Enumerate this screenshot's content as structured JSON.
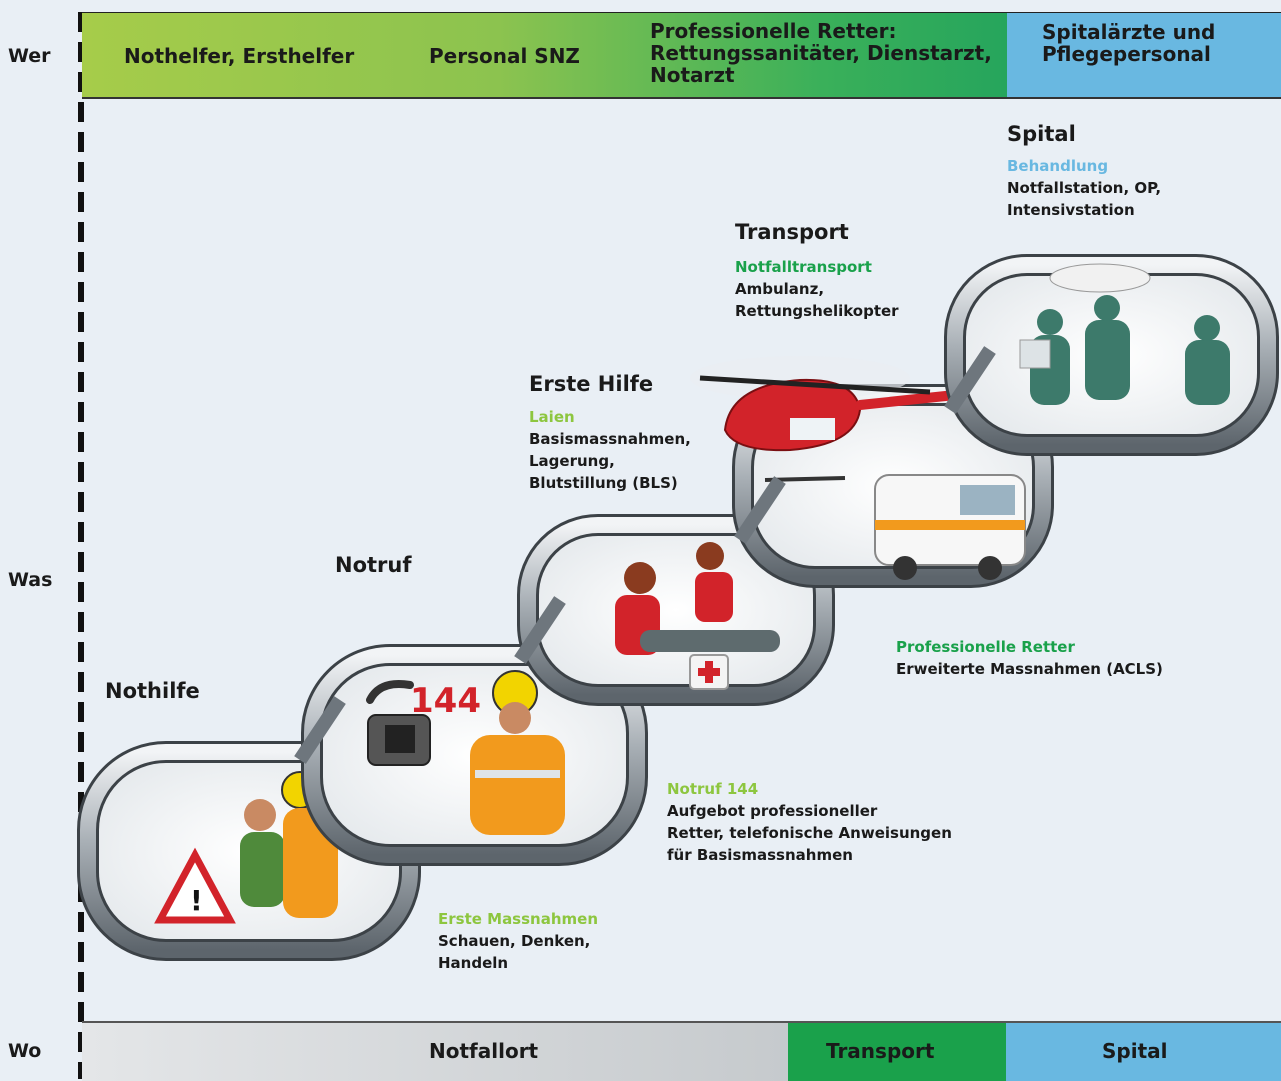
{
  "rows": {
    "wer": "Wer",
    "was": "Was",
    "wo": "Wo"
  },
  "top_band": {
    "ersthelfer": "Nothelfer, Ersthelfer",
    "snz": "Personal SNZ",
    "retter": "Professionelle Retter: Rettungssanitäter, Dienstarzt, Notarzt",
    "spital": "Spitalärzte und Pflegepersonal"
  },
  "bottom_band": {
    "notfallort": "Notfallort",
    "transport": "Transport",
    "spital": "Spital"
  },
  "stages": {
    "nothilfe": {
      "title": "Nothilfe",
      "category": "Erste Massnahmen",
      "description": "Schauen, Denken,\nHandeln"
    },
    "notruf": {
      "title": "Notruf",
      "category": "Notruf 144",
      "description": "Aufgebot professioneller\nRetter, telefonische Anweisungen\nfür Basismassnahmen",
      "phone_number": "144"
    },
    "erste_hilfe": {
      "title": "Erste Hilfe",
      "category": "Laien",
      "description": "Basismassnahmen,\nLagerung,\nBlutstillung (BLS)"
    },
    "professionelle": {
      "category": "Professionelle Retter",
      "description": "Erweiterte Massnahmen (ACLS)"
    },
    "transport": {
      "title": "Transport",
      "category": "Notfalltransport",
      "description": "Ambulanz,\nRettungshelikopter"
    },
    "spital": {
      "title": "Spital",
      "category": "Behandlung",
      "description": "Notfallstation, OP,\nIntensivstation"
    }
  },
  "colors": {
    "green_light": "#8dc63f",
    "green_dark": "#1aa14b",
    "blue_light": "#69b8e1",
    "band_gray": "#cfd3d6"
  }
}
